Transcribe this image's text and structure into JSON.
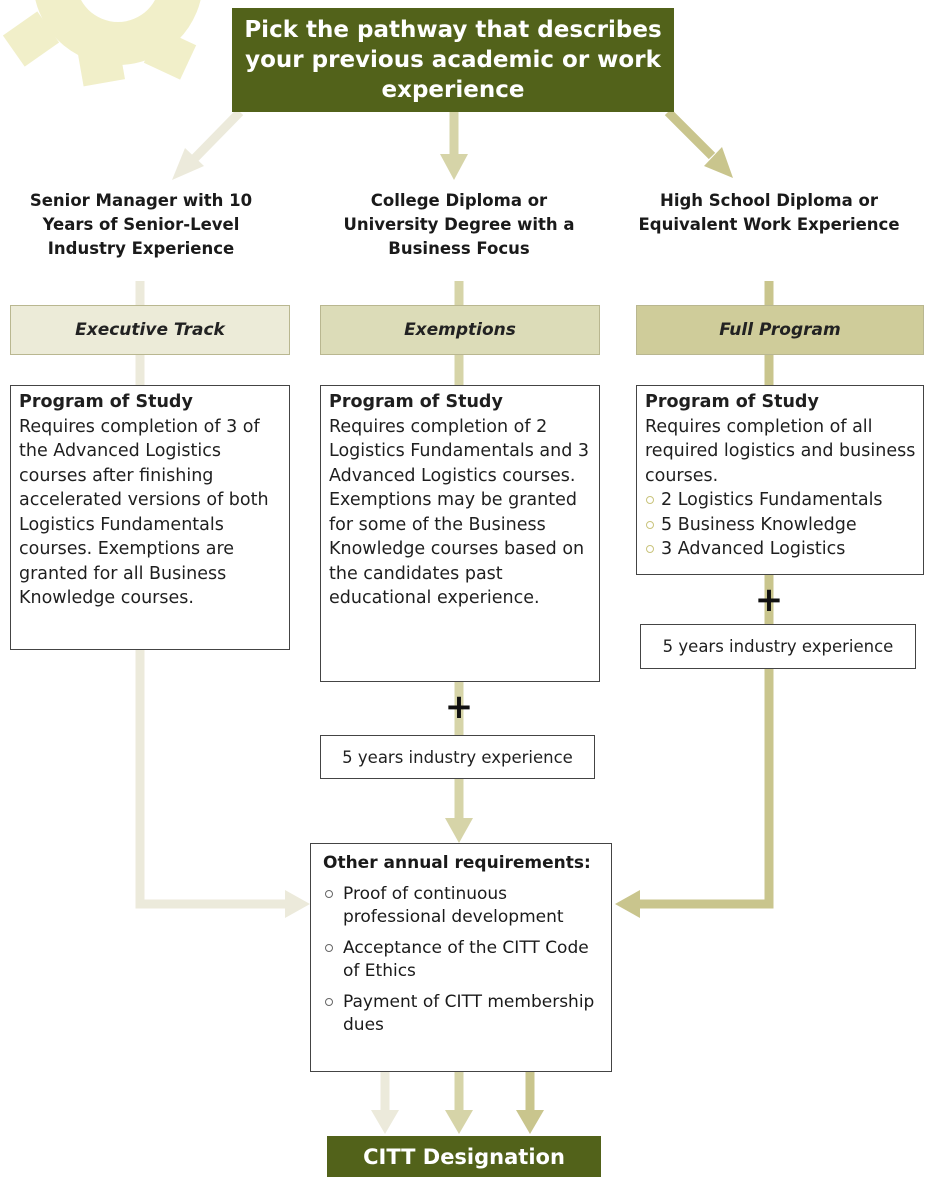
{
  "header": {
    "title": "Pick the pathway that describes your previous academic or work experience"
  },
  "colors": {
    "header_bg": "#52621a",
    "gear": "#f1efc9",
    "arrow_light": "#e9e8cf",
    "arrow_mid": "#d6d4a8",
    "arrow_dark": "#c7c38c"
  },
  "pathways": [
    {
      "title": "Senior Manager with 10 Years of Senior-Level Industry Experience",
      "track": "Executive Track",
      "program_heading": "Program of Study",
      "program_text": "Requires completion of 3 of the Advanced Logistics courses after finishing accelerated versions of both Logistics Fundamentals courses. Exemptions are granted for all Business Knowledge courses."
    },
    {
      "title": "College Diploma or University Degree with a Business Focus",
      "track": "Exemptions",
      "program_heading": "Program of Study",
      "program_text": "Requires completion of 2 Logistics Fundamentals and 3 Advanced Logistics courses. Exemptions may be granted for some of the Business Knowledge courses based on the candidates past educational experience.",
      "plus": "+",
      "experience": "5 years industry experience"
    },
    {
      "title": "High School Diploma or Equivalent Work Experience",
      "track": "Full Program",
      "program_heading": "Program of Study",
      "program_text": "Requires completion of all required logistics and business courses.",
      "courses": [
        "2 Logistics Fundamentals",
        "5 Business Knowledge",
        "3 Advanced Logistics"
      ],
      "plus": "+",
      "experience": "5 years industry experience"
    }
  ],
  "requirements": {
    "heading": "Other annual requirements:",
    "items": [
      "Proof of continuous professional development",
      "Acceptance of the CITT Code of Ethics",
      "Payment of CITT membership dues"
    ]
  },
  "footer": {
    "title": "CITT Designation"
  }
}
